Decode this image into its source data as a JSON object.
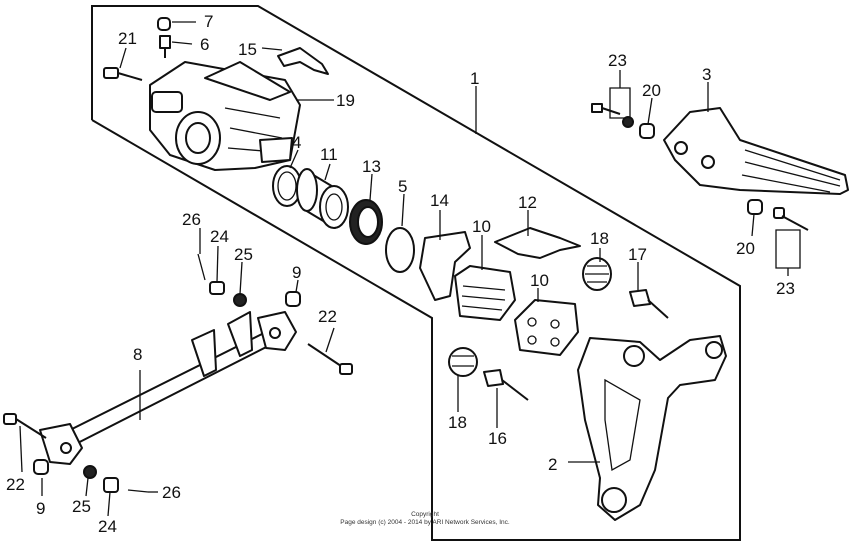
{
  "callouts": {
    "c1": "1",
    "c2": "2",
    "c3": "3",
    "c4": "4",
    "c5": "5",
    "c6": "6",
    "c7": "7",
    "c8": "8",
    "c9a": "9",
    "c9b": "9",
    "c10a": "10",
    "c10b": "10",
    "c11": "11",
    "c12": "12",
    "c13": "13",
    "c14": "14",
    "c15": "15",
    "c16": "16",
    "c17": "17",
    "c18a": "18",
    "c18b": "18",
    "c19": "19",
    "c20a": "20",
    "c20b": "20",
    "c21": "21",
    "c22a": "22",
    "c22b": "22",
    "c23a": "23",
    "c23b": "23",
    "c24a": "24",
    "c24b": "24",
    "c25a": "25",
    "c25b": "25",
    "c26a": "26",
    "c26b": "26"
  },
  "copyright": {
    "line1": "Copyright",
    "line2": "Page design (c) 2004 - 2014 by ARI Network Services, Inc."
  }
}
